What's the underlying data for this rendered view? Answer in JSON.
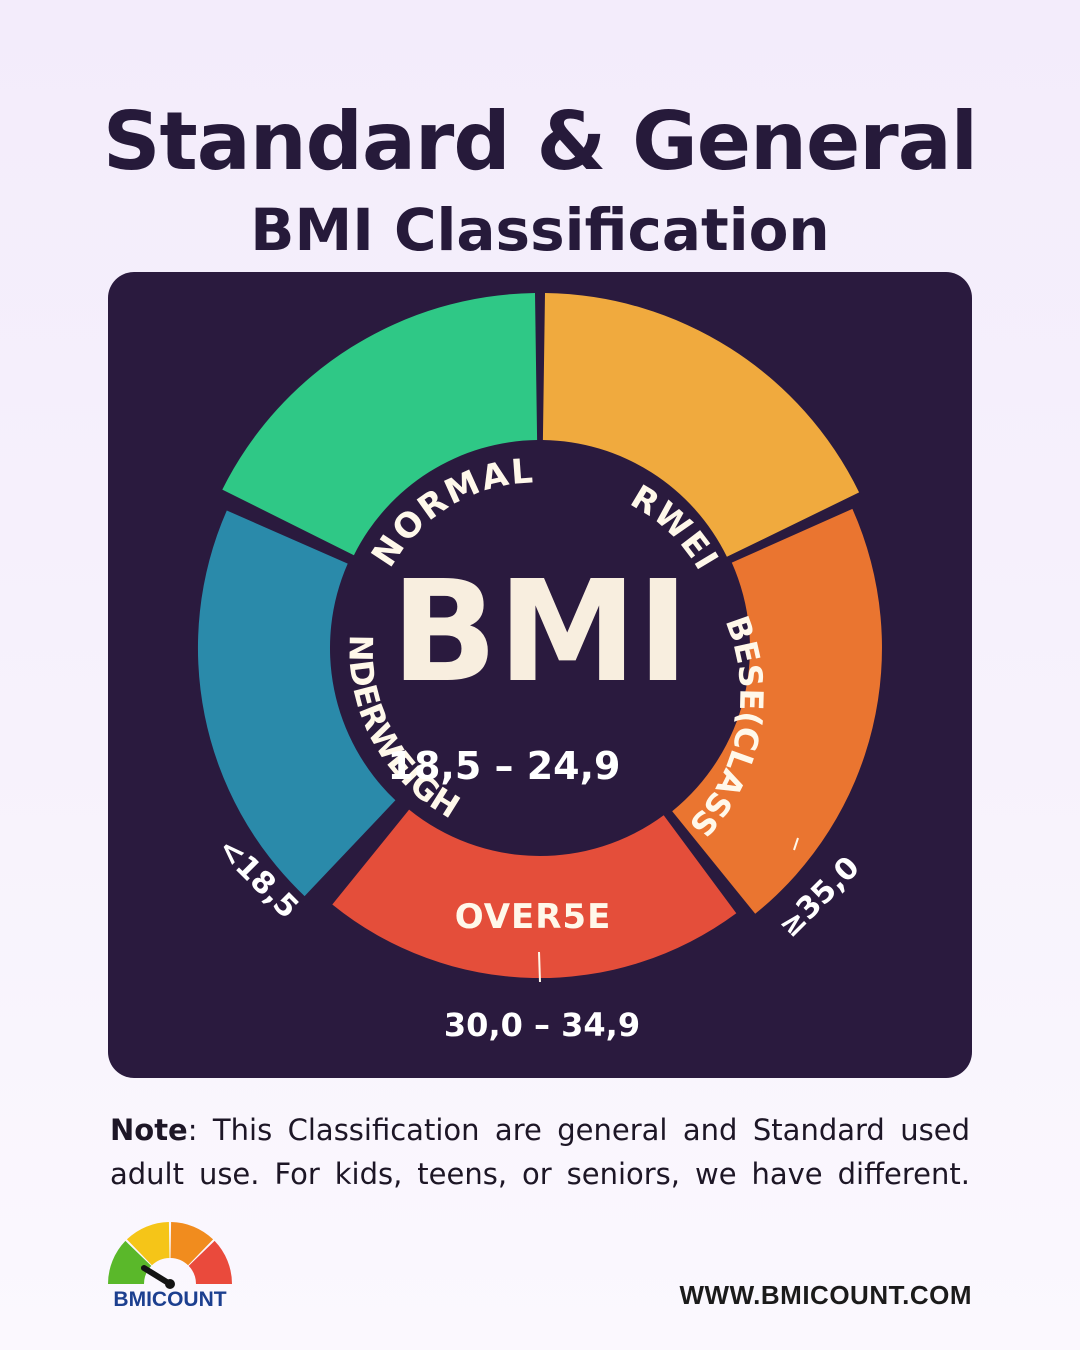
{
  "title": "Standard & General",
  "subtitle": "BMI Classification",
  "diagram": {
    "center_label": "BMI",
    "center_range": "18,5 – 24,9",
    "segments": [
      {
        "label": "NORMAL",
        "color": "#2fc886"
      },
      {
        "label": "OVERWEIGHT",
        "color": "#f0aa3e"
      },
      {
        "label": "OBESE(CLASSI)",
        "color": "#ea7530"
      },
      {
        "label": "OVER5E",
        "color": "#e44e3a"
      },
      {
        "label": "UNDERWEIGHT",
        "color": "#2a8aaa"
      }
    ],
    "outer_labels": {
      "underweight_range": "<18,5",
      "obese_range": "≥35,0",
      "bottom_range": "30,0 – 34,9"
    },
    "background_color": "#2a1a3e",
    "label_color": "#fff8ea"
  },
  "note": {
    "prefix": "Note",
    "line1": ": This Classification are general and Standard used",
    "line2": "adult use. For kids, teens, or seniors, we have different."
  },
  "logo": {
    "text": "BMICOUNT",
    "colors": [
      "#5ab82a",
      "#f5c518",
      "#f18c1e",
      "#ea4a3c"
    ],
    "icon": "gauge-icon"
  },
  "website": "WWW.BMICOUNT.COM"
}
